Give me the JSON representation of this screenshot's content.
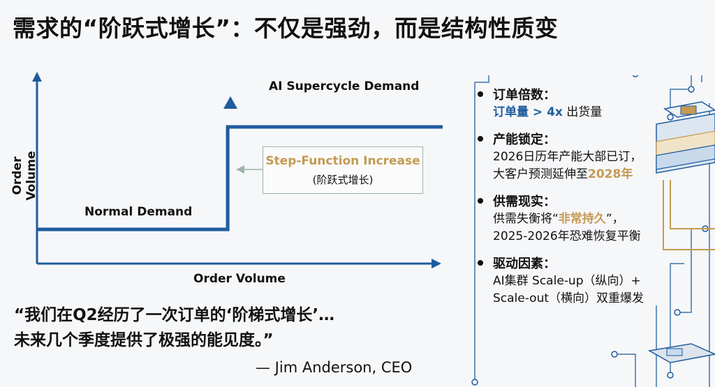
{
  "title": "需求的“阶跃式增长”：不仅是强劲，而是结构性质变",
  "chart_data": {
    "type": "line",
    "ylabel": "Order Volume",
    "xlabel": "Order Volume",
    "series": [
      {
        "name": "Normal Demand",
        "x": [
          0,
          0.47,
          0.47,
          1.0
        ],
        "y": [
          1,
          1,
          4,
          4
        ]
      },
      {
        "name": "AI Supercycle Demand",
        "x": [
          0.47,
          1.0
        ],
        "y": [
          4,
          4
        ]
      }
    ],
    "labels": {
      "normal": "Normal Demand",
      "ai": "AI Supercycle Demand"
    },
    "annotation": {
      "en": "Step-Function Increase",
      "cn": "(阶跃式增长)"
    },
    "colors": {
      "line": "#1f5c9e",
      "axis": "#1f5c9e",
      "accent": "#c49a52"
    }
  },
  "quote": {
    "line1": "“我们在Q2经历了一次订单的‘阶梯式增长’…",
    "line2": "未来几个季度提供了极强的能见度。”",
    "attribution": "— Jim Anderson, CEO"
  },
  "bullets": [
    {
      "heading": "订单倍数：",
      "l1_blue": "订单量 > 4x",
      "l1_rest": " 出货量"
    },
    {
      "heading": "产能锁定：",
      "l1": "2026日历年产能大部已订，",
      "l2_pre": "大客户预测延伸至",
      "l2_gold": "2028年"
    },
    {
      "heading": "供需现实：",
      "l1_pre": "供需失衡将“",
      "l1_gold": "非常持久",
      "l1_post": "”，",
      "l2": "2025-2026年恐难恢复平衡"
    },
    {
      "heading": "驱动因素：",
      "l1": "AI集群 Scale-up（纵向）+",
      "l2": "Scale-out（横向）双重爆发"
    }
  ]
}
